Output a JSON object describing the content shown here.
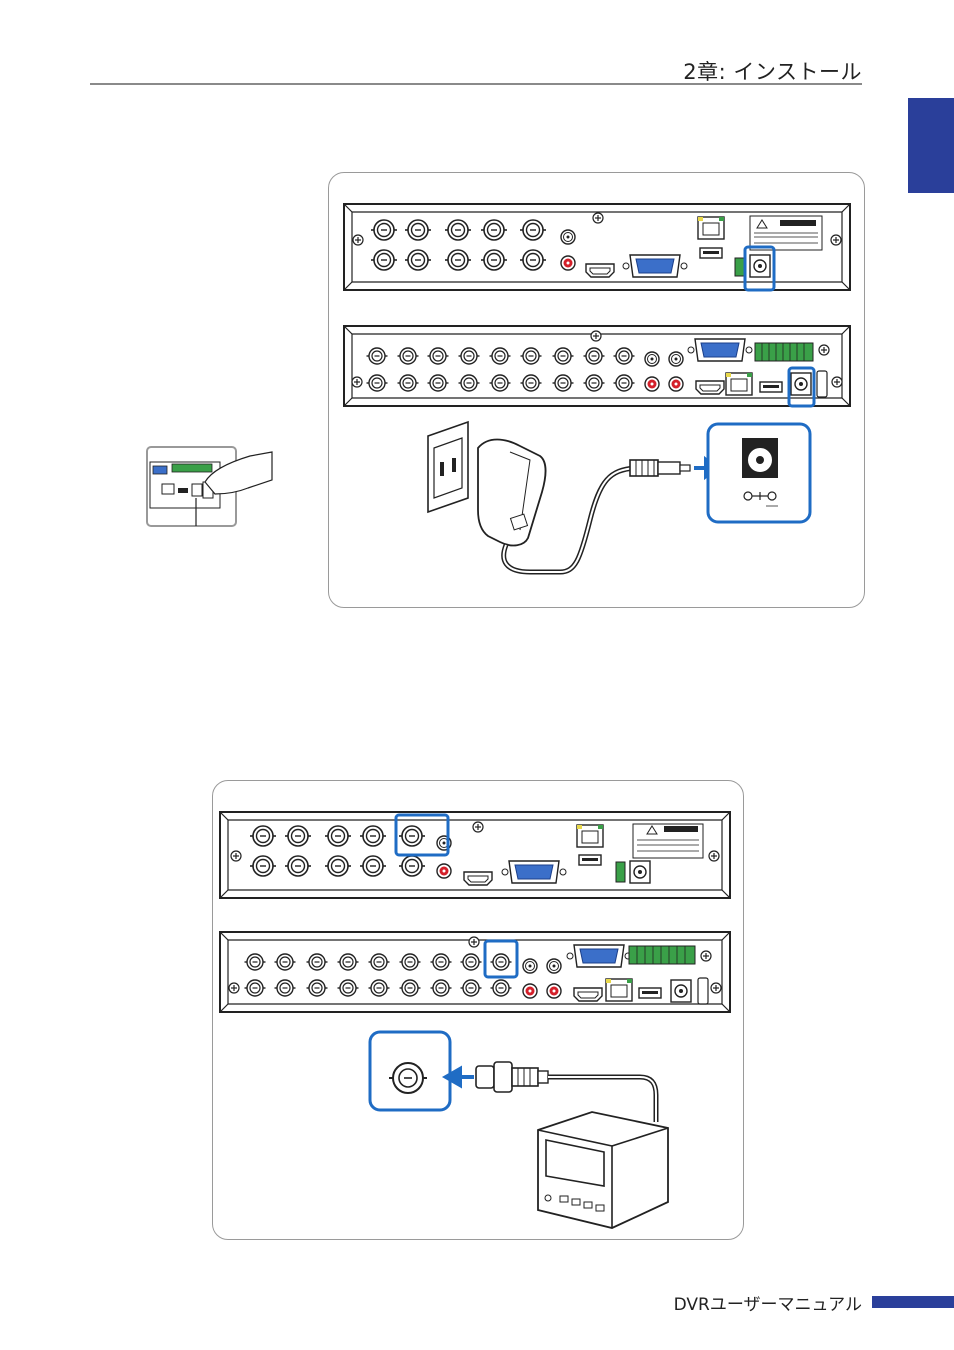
{
  "header": {
    "chapter_title": "2章: インストール"
  },
  "footer": {
    "manual_title": "DVRユーザーマニュアル"
  },
  "colors": {
    "accent_blue": "#2a3f9a",
    "highlight_blue": "#1f6cc4",
    "connector_red": "#d4202a",
    "vga_blue": "#3b6fc9",
    "terminal_green": "#3aa048"
  },
  "figures": [
    {
      "id": "power-connection",
      "items": [
        "dvr-rear-panel-8ch",
        "dvr-rear-panel-16ch",
        "power-adapter",
        "dc-power-jack-zoom",
        "power-switch-inset"
      ]
    },
    {
      "id": "monitor-connection",
      "items": [
        "dvr-rear-panel-8ch",
        "dvr-rear-panel-16ch",
        "bnc-video-out-zoom",
        "crt-monitor"
      ]
    }
  ]
}
